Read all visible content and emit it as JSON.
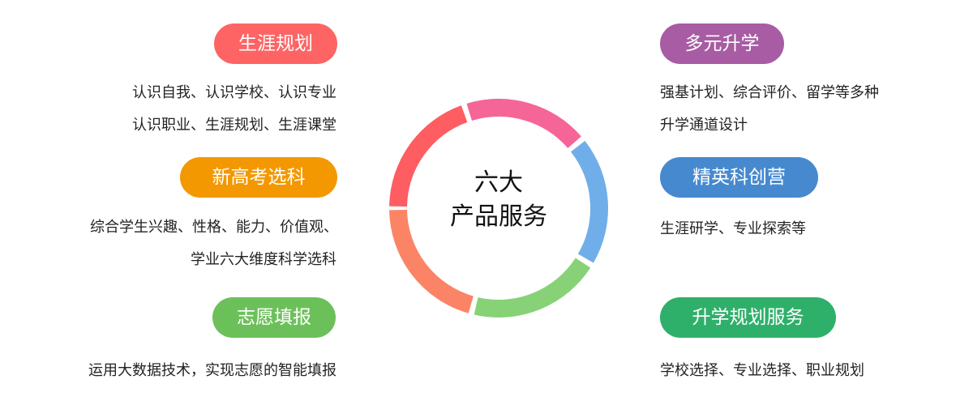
{
  "center": {
    "line1": "六大",
    "line2": "产品服务"
  },
  "ring_segment_colors": [
    "#fe5d62",
    "#f66597",
    "#70aee9",
    "#87d277",
    "#fb8466"
  ],
  "services": [
    {
      "label": "生涯规划",
      "color": "#fe6464",
      "desc": [
        "认识自我、认识学校、认识专业",
        "认识职业、生涯规划、生涯课堂"
      ]
    },
    {
      "label": "新高考选科",
      "color": "#f39800",
      "desc": [
        "综合学生兴趣、性格、能力、价值观、",
        "学业六大维度科学选科"
      ]
    },
    {
      "label": "志愿填报",
      "color": "#6cc05a",
      "desc": [
        "运用大数据技术，实现志愿的智能填报"
      ]
    },
    {
      "label": "多元升学",
      "color": "#a85ca3",
      "desc": [
        "强基计划、综合评价、留学等多种",
        "升学通道设计"
      ]
    },
    {
      "label": "精英科创营",
      "color": "#4689cf",
      "desc": [
        "生涯研学、专业探索等"
      ]
    },
    {
      "label": "升学规划服务",
      "color": "#2fb06a",
      "desc": [
        "学校选择、专业选择、职业规划"
      ]
    }
  ]
}
